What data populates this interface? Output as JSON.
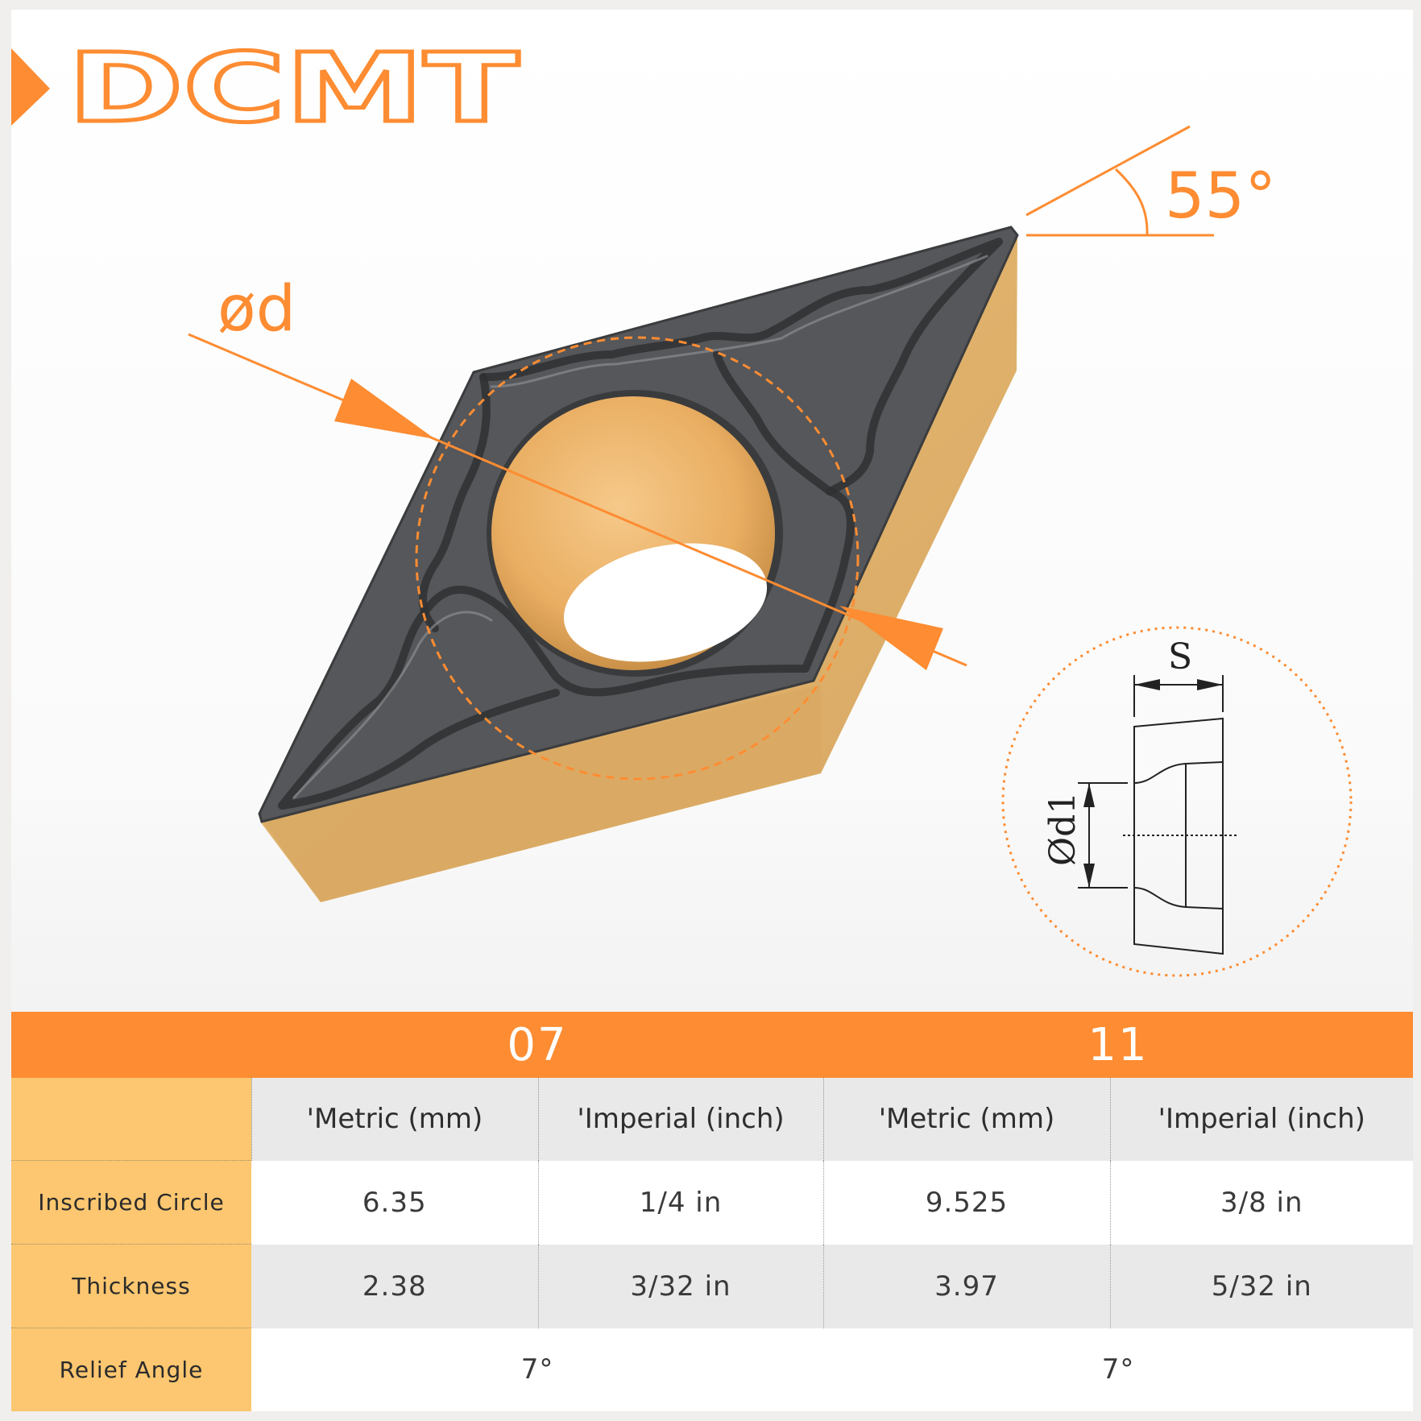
{
  "title": "DCMT",
  "diagram": {
    "angle_label": "55°",
    "diameter_label": "ød",
    "thickness_label": "S",
    "hole_diameter_label": "Ød1"
  },
  "colors": {
    "accent": "#fd8c32",
    "label_column": "#fcc770",
    "insert_top": "#55575a",
    "insert_side": "#dfb574"
  },
  "table": {
    "sizes": [
      "07",
      "11"
    ],
    "units": [
      "'Metric (mm)",
      "'Imperial (inch)",
      "'Metric (mm)",
      "'Imperial (inch)"
    ],
    "rows": [
      {
        "label": "Inscribed Circle",
        "values": [
          "6.35",
          "1/4 in",
          "9.525",
          "3/8 in"
        ]
      },
      {
        "label": "Thickness",
        "values": [
          "2.38",
          "3/32 in",
          "3.97",
          "5/32 in"
        ]
      },
      {
        "label": "Relief Angle",
        "values": [
          "7°",
          "7°"
        ]
      }
    ]
  }
}
